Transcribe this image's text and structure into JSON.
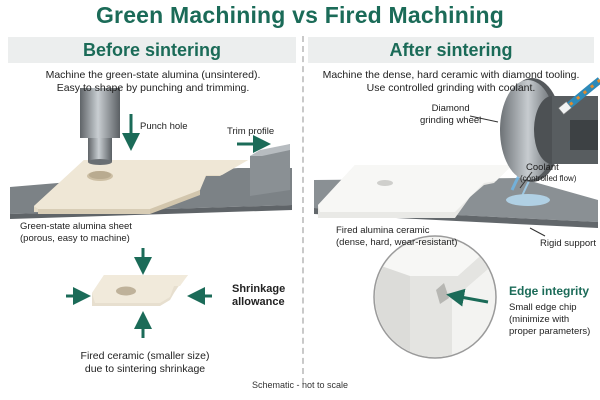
{
  "title": "Green Machining vs Fired Machining",
  "left": {
    "heading": "Before sintering",
    "desc1": "Machine the green-state alumina (unsintered).",
    "desc2": "Easy to shape by punching and trimming.",
    "punch_label": "Punch hole",
    "trim_label": "Trim profile",
    "sheet_label1": "Green-state alumina sheet",
    "sheet_label2": "(porous, easy to machine)",
    "shrink_label1": "Shrinkage",
    "shrink_label2": "allowance",
    "fired_label1": "Fired ceramic (smaller size)",
    "fired_label2": "due to sintering shrinkage"
  },
  "right": {
    "heading": "After sintering",
    "desc1": "Machine the dense, hard ceramic with diamond tooling.",
    "desc2": "Use controlled grinding with coolant.",
    "wheel_label1": "Diamond",
    "wheel_label2": "grinding wheel",
    "coolant_label": "Coolant",
    "coolant_sub": "(controlled flow)",
    "fired_label1": "Fired alumina ceramic",
    "fired_label2": "(dense, hard, wear-resistant)",
    "support_label": "Rigid support",
    "edge_title": "Edge integrity",
    "edge_desc1": "Small edge chip",
    "edge_desc2": "(minimize with",
    "edge_desc3": "proper parameters)"
  },
  "footer": "Schematic - not to scale",
  "colors": {
    "accent": "#1b6b58",
    "ceramic_green": "#efe7d6",
    "ceramic_fired": "#f6f6f4",
    "metal": "#8e9498",
    "coolant": "#6fb6e6",
    "header_bg": "#eceeee"
  }
}
